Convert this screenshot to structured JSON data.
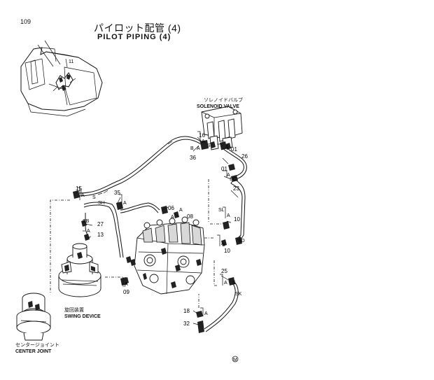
{
  "page_number": "109",
  "title_jp": "パイロット配管 (4)",
  "title_en": "PILOT  PIPING  (4)",
  "components": {
    "solenoid_valve_jp": "ソレノイドバルブ",
    "solenoid_valve_en": "SOLENOID  VALVE",
    "swing_device_jp": "旋回装置",
    "swing_device_en": "SWING DEVICE",
    "center_joint_jp": "センタージョイント",
    "center_joint_en": "CENTER JOINT"
  },
  "callouts": [
    "15",
    "36",
    "35",
    "16",
    "01",
    "26",
    "01",
    "23",
    "06",
    "08",
    "27",
    "13",
    "10",
    "10",
    "25",
    "18",
    "32",
    "09"
  ],
  "flags": [
    "A",
    "A",
    "A",
    "B",
    "A",
    "A",
    "A",
    "A",
    "A",
    "A",
    "A",
    "A",
    "A",
    "A",
    "A"
  ],
  "port_marks": [
    "S",
    "S",
    "SH",
    "SB",
    "SL",
    "SC",
    "SD",
    "S",
    "SK"
  ],
  "stamp": "M"
}
